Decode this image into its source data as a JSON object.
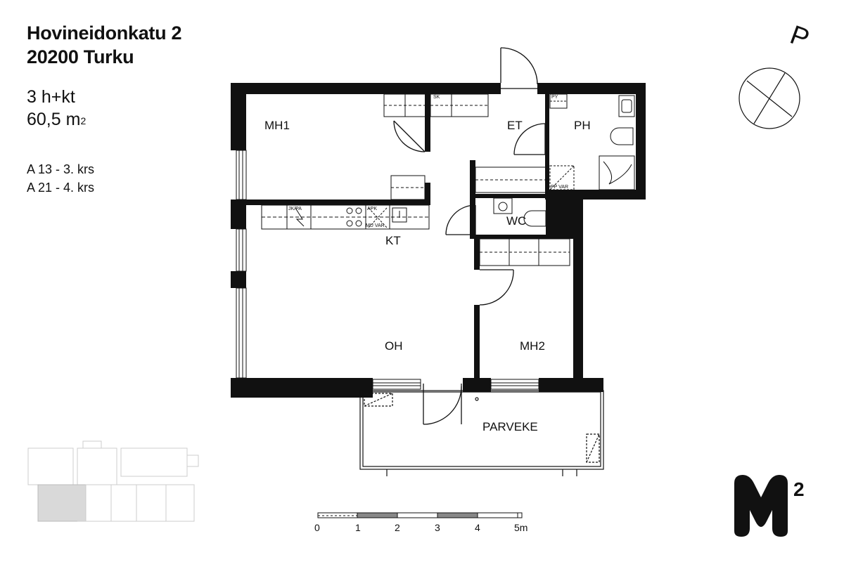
{
  "header": {
    "street": "Hovineidonkatu 2",
    "city": "20200 Turku",
    "apartment_type": "3 h+kt",
    "area_value": "60,5 m",
    "area_unit_sup": "2",
    "floors": [
      "A 13 - 3. krs",
      "A 21 - 4. krs"
    ]
  },
  "rooms": {
    "mh1": "MH1",
    "et": "ET",
    "ph": "PH",
    "wc": "WC",
    "kt": "KT",
    "oh": "OH",
    "mh2": "MH2",
    "parveke": "PARVEKE"
  },
  "fixture_labels": {
    "sk": "SK",
    "py": "PY",
    "jkpa": "JK/PA",
    "apk": "APK",
    "mu_var": "MU VAR",
    "pp_var": "PP VAR"
  },
  "scale": {
    "ticks": [
      "0",
      "1",
      "2",
      "3",
      "4",
      "5m"
    ]
  },
  "compass": {
    "north_letter": "P"
  },
  "logo": {
    "mark": "M",
    "superscript": "2"
  }
}
